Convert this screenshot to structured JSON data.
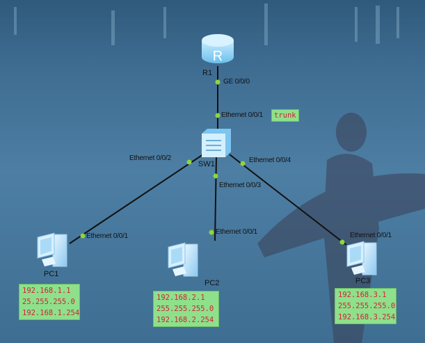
{
  "devices": {
    "router": {
      "name": "R1",
      "icon_letter": "R"
    },
    "switch": {
      "name": "SW1"
    },
    "pc1": {
      "name": "PC1"
    },
    "pc2": {
      "name": "PC2"
    },
    "pc3": {
      "name": "PC3"
    }
  },
  "ports": {
    "r1_ge": "GE 0/0/0",
    "sw_e1": "Ethernet 0/0/1",
    "sw_e2": "Ethernet 0/0/2",
    "sw_e3": "Ethernet 0/0/3",
    "sw_e4": "Ethernet 0/0/4",
    "pc1_e": "Ethernet 0/0/1",
    "pc2_e": "Ethernet 0/0/1",
    "pc3_e": "Ethernet 0/0/1"
  },
  "notes": {
    "trunk": "trunk",
    "pc1": [
      "192.168.1.1",
      "25.255.255.0",
      "192.168.1.254"
    ],
    "pc2": [
      "192.168.2.1",
      "255.255.255.0",
      "192.168.2.254"
    ],
    "pc3": [
      "192.168.3.1",
      "255.255.255.0",
      "192.168.3.254"
    ]
  },
  "colors": {
    "port_dot": "#8ed63a",
    "note_bg": "#8fe08a",
    "note_text": "#d0203a"
  }
}
